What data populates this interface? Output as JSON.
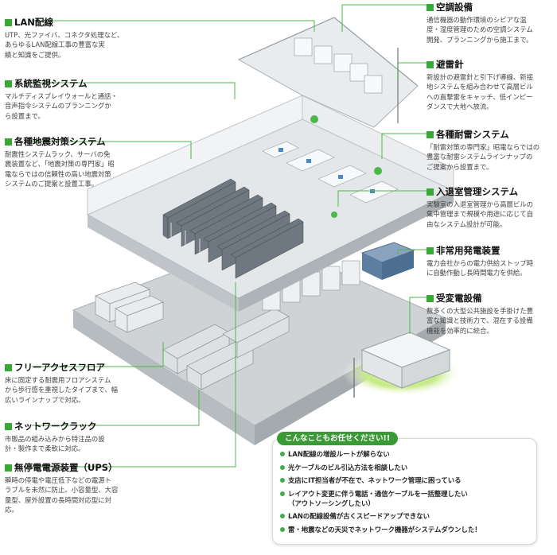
{
  "colors": {
    "accent": "#39a935",
    "leader": "#4cb848",
    "callout_head": "#3a9a35"
  },
  "labels": {
    "lan": {
      "title": "LAN配線",
      "desc": "UTP、光ファイバ、コネクタ処理など、\nあらゆるLAN配線工事の豊富な実\n績と知識をご提供。"
    },
    "monitor": {
      "title": "系統監視システム",
      "desc": "マルチディスプレイウォールと通話・\n音声指令システムのプランニングか\nら設置まで。"
    },
    "seismic": {
      "title": "各種地震対策システム",
      "desc": "耐震性システムラック、サーバの免\n震装置など、「地震対策の専門家」昭\n電ならではの信頼性の高い地震対策\nシステムのご提案と設置工事。"
    },
    "floor": {
      "title": "フリーアクセスフロア",
      "desc": "床に固定する耐震用フロアシステム\nから歩行感を重視したタイプまで、幅\n広いラインナップで対応。"
    },
    "rack": {
      "title": "ネットワークラック",
      "desc": "市販品の組み込みから特注品の設\n計・製作まで柔軟に対応。"
    },
    "ups": {
      "title": "無停電電源装置（UPS）",
      "desc": "瞬時の停電や電圧低下などの電源ト\nラブルを未然に防止。小容量型、大容\n量型、屋外設置の長時間対応型に対\n応。"
    },
    "aircon": {
      "title": "空調設備",
      "desc": "通信機器の動作環境のシビアな温\n度・湿度管理のための空調システム\n開発、プランニングから施工まで。"
    },
    "lightning": {
      "title": "避雷針",
      "desc": "新設計の避雷針と引下げ導線、新接\n地システムを組み合わせて高層ビル\nへの直撃雷をキャッチ、低インピー\nダンスで大地へ放流。"
    },
    "damper": {
      "title": "各種耐雷システム",
      "desc": "「耐雷対策の専門家」昭電ならではの\n豊富な耐雷システムラインナップの\nご提案から設置まで。"
    },
    "access": {
      "title": "入退室管理システム",
      "desc": "実験室の入退室管理から高層ビルの\n集中管理まで規模や用途に応じて自\n由なシステム設計が可能。"
    },
    "generator": {
      "title": "非常用発電装置",
      "desc": "電力会社からの電力供給ストップ時\nに自動作動し長時間電力を供給。"
    },
    "substation": {
      "title": "受変電設備",
      "desc": "数多くの大型公共施設を手掛けた豊\n富な知識と技術力で、混在する設備\n機能を効率的に統合。"
    }
  },
  "callout": {
    "heading": "こんなこともお任せください!!",
    "items": [
      "LAN配線の増設ルートが解らない",
      "光ケーブルのビル引込方法を相談したい",
      "支店にIT担当者が不在で、ネットワーク管理に困っている",
      "レイアウト変更に伴う電話・通信ケーブルを一括整理したい\n（アウトソーシングしたい）",
      "LANの配線設備が古くスピードアップできない",
      "雷・地震などの天災でネットワーク機器がシステムダウンした！"
    ]
  }
}
